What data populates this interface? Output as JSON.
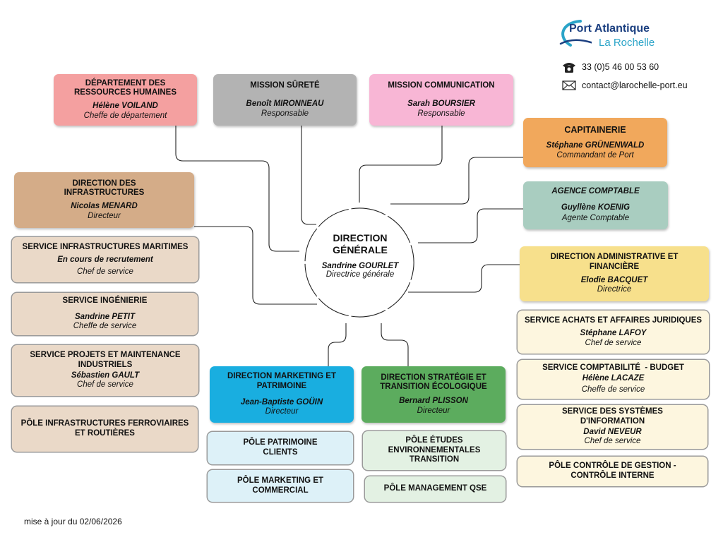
{
  "header": {
    "logo_line1": "Port Atlantique",
    "logo_line2": "La Rochelle",
    "logo_icon": "port-swoosh-logo-icon",
    "phone_icon": "telephone-icon",
    "phone": "33 (0)5 46 00 53 60",
    "email_icon": "envelope-icon",
    "email": "contact@larochelle-port.eu",
    "colors": {
      "logo_dark": "#1b3f80",
      "logo_light": "#2aa4c8"
    }
  },
  "center": {
    "title_line1": "DIRECTION",
    "title_line2": "GÉNÉRALE",
    "name": "Sandrine GOURLET",
    "role": "Directrice générale",
    "ring_colors": [
      "#f8b6d5",
      "#f1a35a",
      "#a6ccbf",
      "#f7e08c",
      "#5cac5e",
      "#19aee0",
      "#d4ac88",
      "#f29b9b",
      "#b3b3b3"
    ]
  },
  "units": {
    "rh": {
      "title_line1": "DÉPARTEMENT DES",
      "title_line2": "RESSOURCES HUMAINES",
      "name": "Hélène VOILAND",
      "role": "Cheffe de département",
      "color": "#f4a0a0"
    },
    "surete": {
      "title": "MISSION SÛRETÉ",
      "name": "Benoît MIRONNEAU",
      "role": "Responsable",
      "color": "#b3b3b3"
    },
    "communication": {
      "title": "MISSION COMMUNICATION",
      "name": "Sarah BOURSIER",
      "role": "Responsable",
      "color": "#f8b6d5"
    },
    "capitainerie": {
      "title": "CAPITAINERIE",
      "name": "Stéphane GRÜNENWALD",
      "role": "Commandant de Port",
      "color": "#f1a85c"
    },
    "comptable": {
      "title": "AGENCE COMPTABLE",
      "name": "Guyllène KOENIG",
      "role": "Agente Comptable",
      "color": "#a9cdc0"
    },
    "daf": {
      "title_line1": "DIRECTION ADMINISTRATIVE ET",
      "title_line2": "FINANCIÈRE",
      "name": "Elodie BACQUET",
      "role": "Directrice",
      "color": "#f7e08c"
    },
    "infra": {
      "title_line1": "DIRECTION DES",
      "title_line2": "INFRASTRUCTURES",
      "name": "Nicolas MENARD",
      "role": "Directeur",
      "color": "#d4ac88"
    },
    "marketing": {
      "title_line1": "DIRECTION MARKETING ET",
      "title_line2": "PATRIMOINE",
      "name": "Jean-Baptiste GOÜIN",
      "role": "Directeur",
      "color": "#19aee0"
    },
    "strategie": {
      "title_line1": "DIRECTION STRATÉGIE ET",
      "title_line2": "TRANSITION ÉCOLOGIQUE",
      "name": "Bernard PLISSON",
      "role": "Directeur",
      "color": "#5cac5e"
    }
  },
  "infra_services": [
    {
      "title": "SERVICE INFRASTRUCTURES MARITIMES",
      "name": "En cours de recrutement",
      "role": "Chef de service"
    },
    {
      "title": "SERVICE INGÉNIERIE",
      "name": "Sandrine PETIT",
      "role": "Cheffe de service"
    },
    {
      "title_line1": "SERVICE PROJETS ET MAINTENANCE",
      "title_line2": "INDUSTRIELS",
      "name": "Sébastien GAULT",
      "role": "Chef de service"
    },
    {
      "title_line1": "PÔLE INFRASTRUCTURES FERROVIAIRES",
      "title_line2": "ET ROUTIÈRES"
    }
  ],
  "marketing_poles": [
    {
      "title_line1": "PÔLE PATRIMOINE",
      "title_line2": "CLIENTS"
    },
    {
      "title_line1": "PÔLE MARKETING ET",
      "title_line2": "COMMERCIAL"
    }
  ],
  "strategie_poles": [
    {
      "title_line1": "PÔLE ÉTUDES",
      "title_line2": "ENVIRONNEMENTALES",
      "title_line3": "TRANSITION"
    },
    {
      "title": "PÔLE MANAGEMENT QSE"
    }
  ],
  "daf_services": [
    {
      "title": "SERVICE ACHATS ET AFFAIRES JURIDIQUES",
      "name": "Stéphane LAFOY",
      "role": "Chef de service"
    },
    {
      "title": "SERVICE COMPTABILITÉ  - BUDGET",
      "name": "Hélène LACAZE",
      "role": "Cheffe de service"
    },
    {
      "title_line1": "SERVICE DES SYSTÈMES",
      "title_line2": "D'INFORMATION",
      "name": "David NEVEUR",
      "role": "Chef de service"
    },
    {
      "title_line1": "PÔLE CONTRÔLE DE GESTION -",
      "title_line2": "CONTRÔLE INTERNE"
    }
  ],
  "sub_colors": {
    "infra": "#ead9c8",
    "marketing": "#ddf1f8",
    "strategie": "#e3f1e3",
    "daf": "#fdf6df"
  },
  "footer": {
    "update": "mise à jour du 02/06/2026"
  }
}
